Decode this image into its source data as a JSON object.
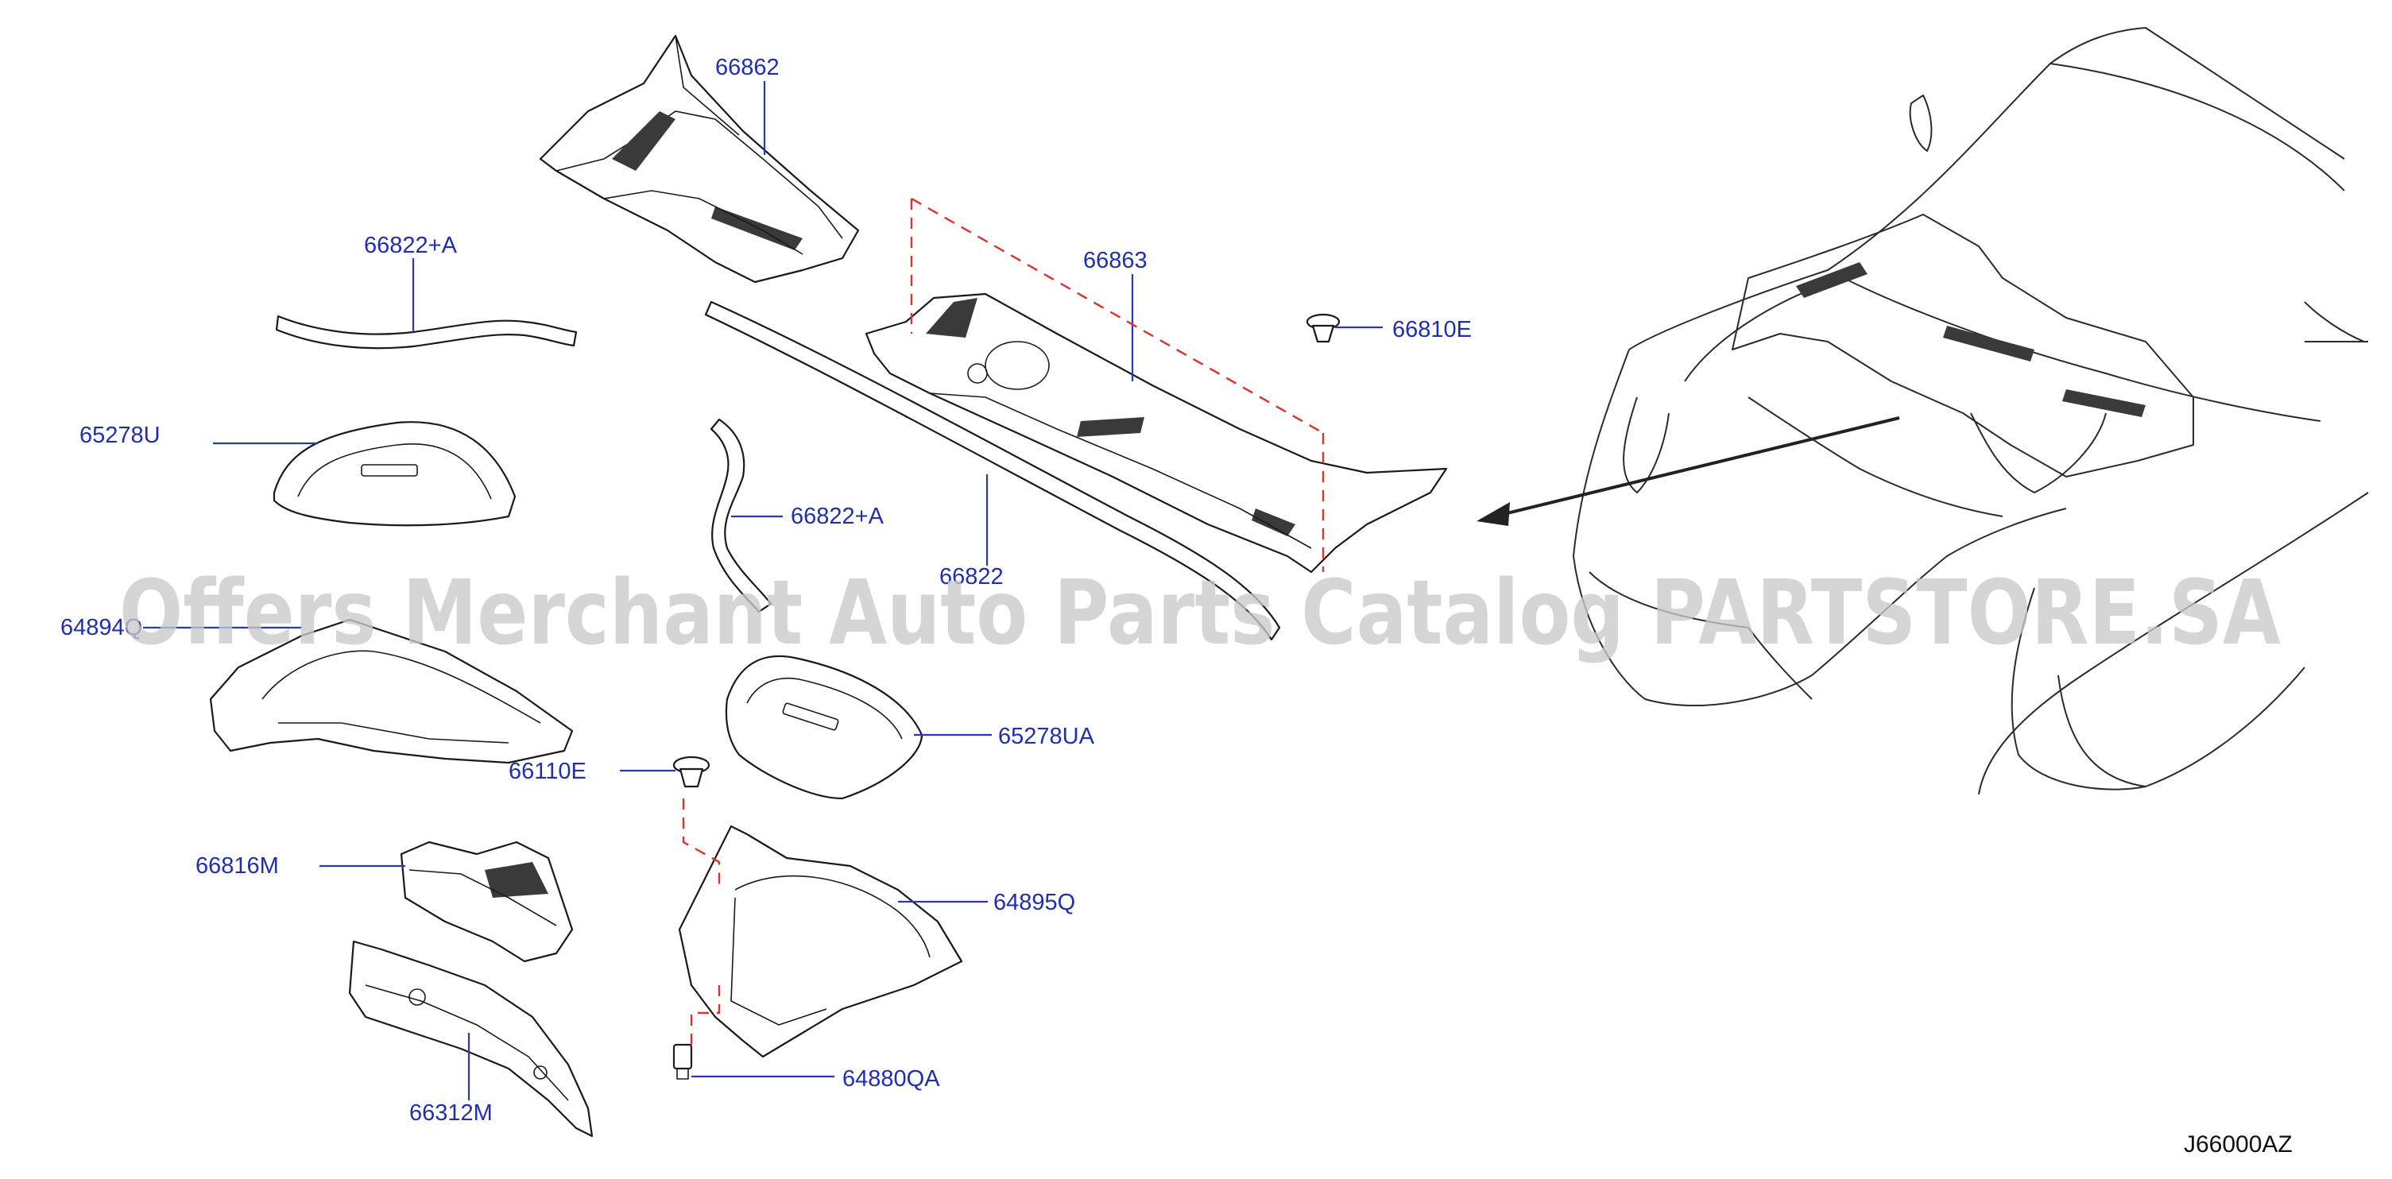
{
  "callouts": {
    "p66862": "66862",
    "p66822A_top": "66822+A",
    "p66863": "66863",
    "p66810E": "66810E",
    "p65278U": "65278U",
    "p66822A_mid": "66822+A",
    "p66822": "66822",
    "p64894Q": "64894Q",
    "p65278UA": "65278UA",
    "p66110E": "66110E",
    "p66816M": "66816M",
    "p64895Q": "64895Q",
    "p64880QA": "64880QA",
    "p66312M": "66312M"
  },
  "watermark": "Offers Merchant Auto Parts Catalog PARTSTORE.SA",
  "diagram_code": "J66000AZ",
  "colors": {
    "callout_text": "#1f2fb0",
    "leader_line": "#2a37b8",
    "dashed_guide": "#e0302a",
    "watermark": "#c9c9c9"
  }
}
